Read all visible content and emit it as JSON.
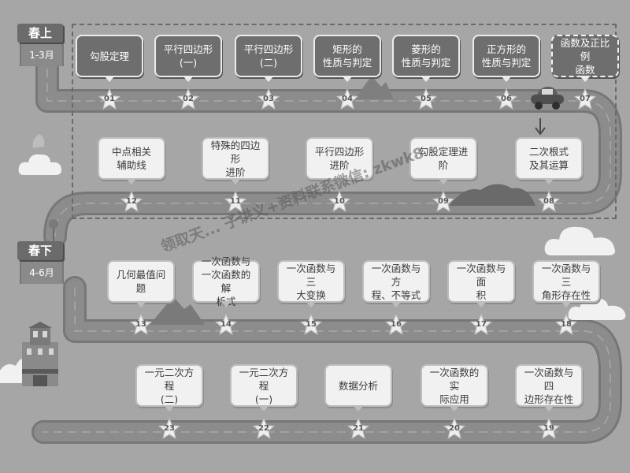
{
  "seasons": [
    {
      "label": "春上",
      "months": "1-3月"
    },
    {
      "label": "春下",
      "months": "4-6月"
    }
  ],
  "topics": [
    {
      "num": "01",
      "lines": [
        "勾股定理"
      ]
    },
    {
      "num": "02",
      "lines": [
        "平行四边形",
        "(一)"
      ]
    },
    {
      "num": "03",
      "lines": [
        "平行四边形",
        "(二)"
      ]
    },
    {
      "num": "04",
      "lines": [
        "矩形的",
        "性质与判定"
      ]
    },
    {
      "num": "05",
      "lines": [
        "菱形的",
        "性质与判定"
      ]
    },
    {
      "num": "06",
      "lines": [
        "正方形的",
        "性质与判定"
      ]
    },
    {
      "num": "07",
      "lines": [
        "函数及正比例",
        "函数"
      ]
    },
    {
      "num": "08",
      "lines": [
        "二次根式",
        "及其运算"
      ]
    },
    {
      "num": "09",
      "lines": [
        "勾股定理进阶"
      ]
    },
    {
      "num": "10",
      "lines": [
        "平行四边形",
        "进阶"
      ]
    },
    {
      "num": "11",
      "lines": [
        "特殊的四边形",
        "进阶"
      ]
    },
    {
      "num": "12",
      "lines": [
        "中点相关",
        "辅助线"
      ]
    },
    {
      "num": "13",
      "lines": [
        "几何最值问题"
      ]
    },
    {
      "num": "14",
      "lines": [
        "一次函数与",
        "一次函数的解",
        "析式"
      ]
    },
    {
      "num": "15",
      "lines": [
        "一次函数与三",
        "大变换"
      ]
    },
    {
      "num": "16",
      "lines": [
        "一次函数与方",
        "程、不等式"
      ]
    },
    {
      "num": "17",
      "lines": [
        "一次函数与面",
        "积"
      ]
    },
    {
      "num": "18",
      "lines": [
        "一次函数与三",
        "角形存在性"
      ]
    },
    {
      "num": "19",
      "lines": [
        "一次函数与四",
        "边形存在性"
      ]
    },
    {
      "num": "20",
      "lines": [
        "一次函数的实",
        "际应用"
      ]
    },
    {
      "num": "21",
      "lines": [
        "数据分析"
      ]
    },
    {
      "num": "22",
      "lines": [
        "一元二次方程",
        "(一)"
      ]
    },
    {
      "num": "23",
      "lines": [
        "一元二次方程",
        "(二)"
      ]
    }
  ],
  "watermark": "领取天... 子讲义+资料联系微信: zkwk8",
  "colors": {
    "background": "#a6a6a6",
    "road": "#8c8c8c",
    "dark_card": "#6e6e6e",
    "light_card": "#f1f1f1"
  },
  "icons": [
    "car-icon",
    "star-icon",
    "cloud-icon",
    "castle-icon",
    "arrow-down-icon",
    "mountain-icon",
    "plant-icon"
  ]
}
